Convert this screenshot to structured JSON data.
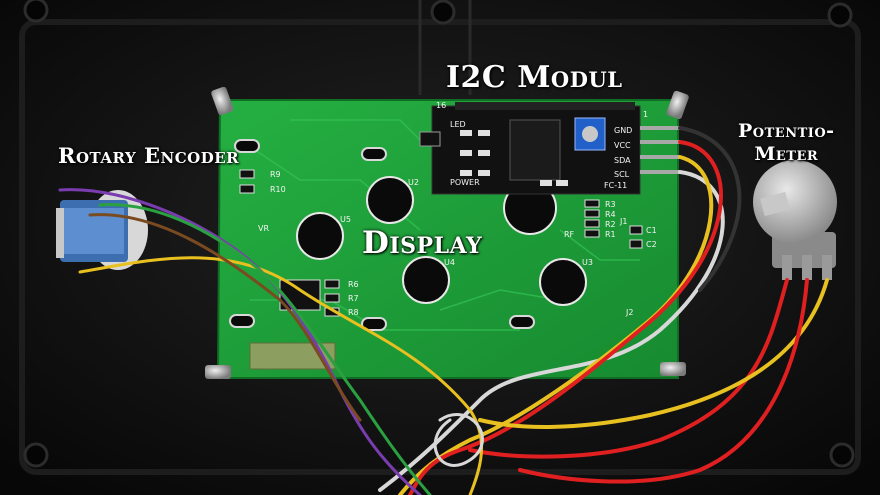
{
  "labels": {
    "rotary_encoder": "Rotary Encoder",
    "i2c_modul": "I2C Modul",
    "display": "Display",
    "potentiometer_line1": "Potentio-",
    "potentiometer_line2": "Meter"
  },
  "pcb_silkscreen": {
    "u2": "U2",
    "u3": "U3",
    "u4": "U4",
    "u5": "U5",
    "vr": "VR",
    "r9": "R9",
    "r10": "R10",
    "r6": "R6",
    "r7": "R7",
    "r8": "R8",
    "r1": "R1",
    "r2": "R2",
    "r3": "R3",
    "r4": "R4",
    "rf": "RF",
    "c1": "C1",
    "c2": "C2",
    "j1": "J1",
    "j2": "J2",
    "pin16": "16",
    "pin1": "1",
    "gnd": "GND",
    "vcc": "VCC",
    "sda": "SDA",
    "scl": "SCL",
    "fc": "FC-11",
    "led": "LED",
    "power": "POWER"
  },
  "colors": {
    "pcb_green": "#1fa53a",
    "module_black": "#111111",
    "enclosure": "#141414",
    "wire_red": "#e02020",
    "wire_yellow": "#e8c020",
    "wire_white": "#d8d8d8",
    "wire_purple": "#7a3db0",
    "wire_green": "#2aa040"
  }
}
